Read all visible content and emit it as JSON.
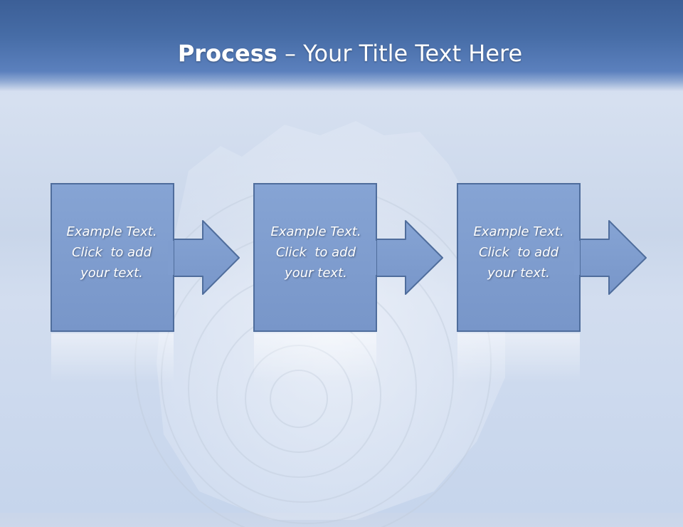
{
  "slide": {
    "title_bold": "Process",
    "title_rest": " – Your Title Text Here"
  },
  "steps": [
    {
      "line1": "Example Text.",
      "line2": "Click  to add",
      "line3": "your text."
    },
    {
      "line1": "Example Text.",
      "line2": "Click  to add",
      "line3": "your text."
    },
    {
      "line1": "Example Text.",
      "line2": "Click  to add",
      "line3": "your text."
    }
  ],
  "colors": {
    "banner": "#466ca6",
    "box_fill": "#7f9fd0",
    "box_stroke": "#4e6c9b",
    "background": "#d0dbee"
  }
}
